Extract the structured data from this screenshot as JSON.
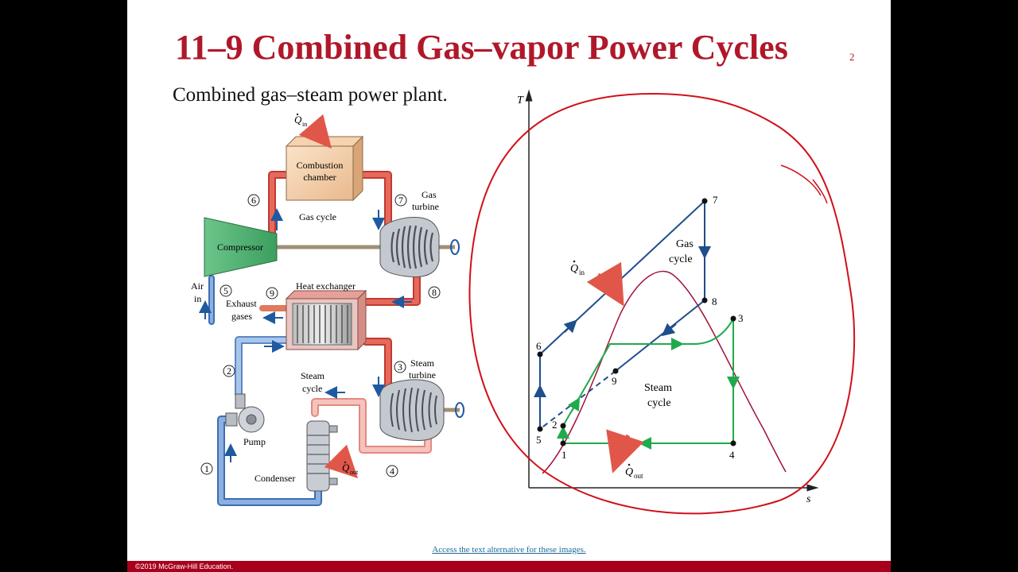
{
  "slide": {
    "title": "11–9 Combined Gas–vapor Power Cycles",
    "number": "2",
    "subtitle": "Combined gas–steam power plant.",
    "footer_link": "Access the text alternative for these images.",
    "copyright": "©2019 McGraw-Hill Education."
  },
  "plant": {
    "combustion_chamber": [
      "Combustion",
      "chamber"
    ],
    "gas_turbine": [
      "Gas",
      "turbine"
    ],
    "gas_cycle": "Gas cycle",
    "compressor": "Compressor",
    "air_in": [
      "Air",
      "in"
    ],
    "heat_exchanger": "Heat exchanger",
    "exhaust_gases": [
      "Exhaust",
      "gases"
    ],
    "steam_turbine": [
      "Steam",
      "turbine"
    ],
    "steam_cycle": [
      "Steam",
      "cycle"
    ],
    "pump": "Pump",
    "condenser": "Condenser",
    "q_in": "Q",
    "q_in_sub": "in",
    "q_out": "Q",
    "q_out_sub": "out",
    "states": [
      "1",
      "2",
      "3",
      "4",
      "5",
      "6",
      "7",
      "8",
      "9"
    ]
  },
  "ts": {
    "axis_t": "T",
    "axis_s": "s",
    "gas_cycle": [
      "Gas",
      "cycle"
    ],
    "steam_cycle": [
      "Steam",
      "cycle"
    ],
    "q_in": "Q",
    "q_in_sub": "in",
    "q_out": "Q",
    "q_out_sub": "out",
    "points": [
      "1",
      "2",
      "3",
      "4",
      "5",
      "6",
      "7",
      "8",
      "9"
    ]
  },
  "colors": {
    "title": "#b0182a",
    "gas_line": "#1f4e8c",
    "steam_line": "#1faa4b",
    "dome": "#a0123a",
    "annotation": "#d0101a",
    "hot_pipe": "#e0574a",
    "cool_pipe": "#8fb2dc"
  }
}
